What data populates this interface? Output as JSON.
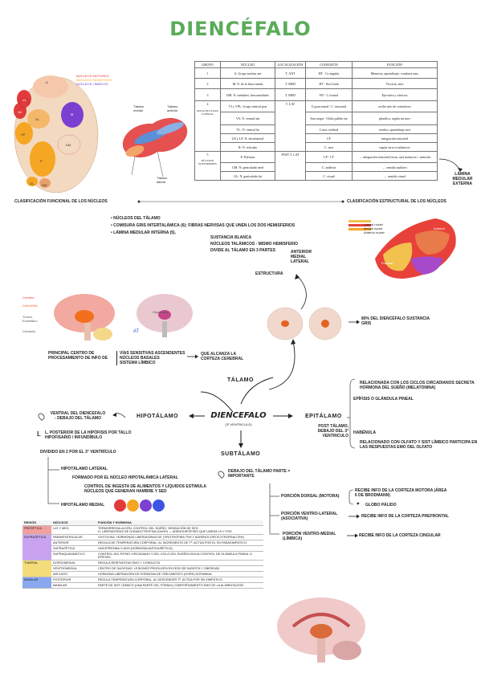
{
  "title": "DIENCÉFALO",
  "top_left_legend": {
    "lines": [
      "NÚCLEOS MOTORES",
      "NÚCLEOS SENSITIVOS",
      "NÚCLEOS LÍMBICOS"
    ],
    "colors": [
      "#e23b3b",
      "#f5a623",
      "#7b3fd1"
    ]
  },
  "left_diagram_labels": [
    "A",
    "VL",
    "M",
    "VA",
    "DL",
    "VP",
    "DM",
    "P",
    "GL",
    "GM"
  ],
  "mid_diagram_labels": [
    "Tálamo medial",
    "Tálamo anterior",
    "Tálamo lateral"
  ],
  "table": {
    "headers": [
      "GRUPO",
      "NÚCLEO",
      "LOCALIZACIÓN",
      "CONEXIÓN",
      "FUNCIÓN"
    ],
    "rows": [
      [
        "1",
        "A: Grupo nuclear ant",
        "T. ANT",
        "HT - G.cingular",
        "Memoria, aprendizaje, conducta emo"
      ],
      [
        "2",
        "M: N. de la línea media",
        "T. MED",
        "HT - Sist Límb",
        "Visceral, emo"
      ],
      [
        "3",
        "DM: N. mediales/ dorsomediales",
        "T. MED",
        "HT - C.frontal",
        "Ejecutiva y afectiva"
      ],
      [
        "4",
        "VI y VPL: Grupo ventral post",
        "T. LAT",
        "G.postcentral / C. sensorial",
        "recibe info de vsensitivas"
      ],
      [
        "",
        "VA: N. ventral ant",
        "",
        "Sust negra - Globo pálido int",
        "planifica, regula mt mov"
      ],
      [
        "",
        "VL: N. ventral lat",
        "",
        "C.mot cerebral",
        "cerebro, aprendizaje mot"
      ],
      [
        "",
        "LD y LP: N. dorsolateral",
        "",
        "CF",
        "integración sensorial"
      ],
      [
        "",
        "R: N. reticular",
        "",
        "C. mot",
        "regula otros n talámicos"
      ],
      [
        "5",
        "P: Pulvinar",
        "POST T. LAT",
        "CP - CT",
        "← integración sensorial (vista, ojo) memoria + atención"
      ],
      [
        "",
        "GM: N. geniculado med",
        "",
        "C. auditiva",
        "← sentido auditivo"
      ],
      [
        "",
        "GL: N. geniculado lat",
        "",
        "C. visual",
        "← sentido visual"
      ]
    ],
    "group_labels": [
      "MASA NUCLEAR LATERAL",
      "NÚCLEOS POSTERIORES"
    ]
  },
  "lamina": "LÁMINA MEDULAR EXTERNA",
  "left_caption": "CLASIFICACIÓN FUNCIONAL DE LOS NÚCLEOS",
  "right_caption": "CLASIFICACIÓN ESTRUCTURAL DE LOS NÚCLEOS",
  "structure_bullets": [
    "NÚCLEOS DEL TÁLAMO",
    "COMISURA GRIS INTERTALÁMICA (6): FIBRAS NERVISAS QUE UNEN LOS DOS HEMISFERIOS",
    "LÁMINA MEDULAR INTERNA (5)."
  ],
  "structure_sub": [
    "SUSTANCIA BLANCA",
    "NÚCLEOS TALÁMICOS - MISMO HEMISFERIO",
    "DIVIDE AL TÁLAMO EN 3 PARTES",
    "ANTERIOR",
    "MEDIAL",
    "LATERAL"
  ],
  "structura_label": "ESTRUCTURA",
  "right_diagram_labels": [
    "Lateral nuclei",
    "Medial nuclei",
    "Anterior nuclei",
    "Anterior",
    "Pulvinar"
  ],
  "gray_matter": "80% DEL DIENCÉFALO SUSTANCIA GRIS",
  "principal": "PRINCIPAL CENTRO DE PROCESAMIENTO DE INFO DE",
  "principal_vias": [
    "VÍAS SENSITIVAS ASCENDENTES",
    "NÚCLEOS BASALES",
    "SISTEMA LÍMBICO"
  ],
  "principal_result": "QUE ALCANZA LA CORTEZA CEREBRAL",
  "brain_labels": [
    "Cerebro",
    "Diencéfalo",
    "Tronco Encefálico",
    "Cerebelo",
    "AT",
    "Hipotálamo"
  ],
  "center": {
    "word": "DIENCEFALO",
    "sub": "(3º VENTRICULO)"
  },
  "branches": {
    "talamo": "TÁLAMO",
    "hipotalamo": "HIPOTÁLAMO",
    "epitalamo": "EPITÁLAMO",
    "subtalamo": "SUBTÁLAMO"
  },
  "epitalamo": {
    "position": "POST TÁLAMO, DEBAJO DEL 3° VENTRICULO",
    "items": [
      "RELACIONADA CON LOS CICLOS CIRCADIANOS SECRETA HORMONA DEL SUEÑO (MELATONINA)",
      "EPÍFISIS O GLÁNDULA PINEAL",
      "HABÉNULA",
      "RELACIONADO CON OLFATO Y SIST LÍMBICO PARTICIPA EN LAS RESPUESTAS EMO DEL OLFATO"
    ]
  },
  "hipotalamo": {
    "location": "VENTRAL DEL DIENCEFALO - DEBAJO DEL TÁLAMO",
    "posterior": "L. POSTERIOR DE LA HIPÓFISIS POR TALLO HIPOFISARIO / INFUNDÍBULO",
    "divided": "DIVIDIDO EN 2 POR EL 3° VENTRÍCULO",
    "lateral": "HIPOTÁLAMO LATERAL",
    "lateral_formed": "FORMADO POR EL NÚCLEO HIPOTALÁMICA LATERAL",
    "lateral_function": "CONTROL DE INGESTA DE ALIMENTOS Y LÍQUIDOS ESTIMULA NÚCLEOS QUE GENERAN HAMBRE Y SED",
    "medial": "HIPOTÁLAMO MEDIAL",
    "dots": [
      "#e23b3b",
      "#f5a623",
      "#7b3fd1",
      "#3b55e2"
    ]
  },
  "subtalamo": {
    "location": "DEBAJO DEL TÁLAMO PARTE = IMPORTANTE",
    "portions": [
      {
        "name": "PORCIÓN DORSAL (MOTORA)",
        "desc": "RECIBE INFO DE LA CORTEZA MOTORA (ÁREA 6 DE BRODMANN)",
        "extra": "GLOBO PÁLIDO"
      },
      {
        "name": "PORCIÓN VENTRO-LATERAL (ASOCIATIVA)",
        "desc": "RECIBE INFO DE LA CORTEZA PREFRONTAL",
        "extra": ""
      },
      {
        "name": "PORCIÓN VENTRO-MEDIAL (LÍMBICA)",
        "desc": "RECIBE INFO DE LA CORTEZA CINGULAR",
        "extra": ""
      }
    ]
  },
  "hypo_table": {
    "headers": [
      "REGIÓN",
      "NÚCLEOS",
      "FUNCIÓN Y HORMONA"
    ],
    "rows": [
      {
        "region": "PREÓPTICA",
        "color": "#f0a0a0",
        "nucleos": [
          "LAT Y MED"
        ],
        "funcion": [
          "TERMORREGULACIÓN, CONTROL DEL SUEÑO, SENSACIÓN DE SED",
          "H. LIBERADORAS DE GONADOTROPINA (GnRH) → ADENOHIPÓFISIS QUE LIBERA LH Y FSH"
        ]
      },
      {
        "region": "SUPRAÓPTICA",
        "color": "#c9a3f0",
        "nucleos": [
          "PARAVENTRICULAR",
          "ANTERIOR",
          "SUPRAÓPTICA",
          "SUPRAQUIASMÁTICO"
        ],
        "funcion": [
          "OXITOCINA, HORMONAS LIBERADORAS DE (TIROTROPINA TRH Y ADRENOCORTICOTROPINA CRH)",
          "REGULA DE TEMPERATURA CORPORAL, AL INCREMENTO DE Tº, ACTÚA POR EL SN PARASIMPÁTICO",
          "VASOPRESINA O ADH (HORMONA ANTIDIURÉTICA)",
          "CONTROL DEL RITMO CIRCADIANO Y DEL CICLO DEL SUEÑO/VIGILIA CONTROL DE GLÁNDULA PINEAL O EPÍFISIS"
        ]
      },
      {
        "region": "TUBERAL",
        "color": "#f5dc7a",
        "nucleos": [
          "DORSOMEDIAL",
          "VENTROMEDIAL",
          "ARCUATO"
        ],
        "funcion": [
          "REGULA RESPUESTAS EMO Y CONDUCTA",
          "CENTRO DE SACIEDAD. LESIONES PRODUCEN EXCESO DE INGESTA Y OBESIDAD",
          "HORMONA LIBERADORA DE HORMONA DE CRECIMIENTO (GHRH) DOPAMINA"
        ]
      },
      {
        "region": "MAMILAR",
        "color": "#8aa8f0",
        "nucleos": [
          "POSTERIOR",
          "MAMILAR"
        ],
        "funcion": [
          "REGULA TEMPERATURA CORPORAL. AL DESCENDER Tº, ACTÚA POR SN SIMPÁTICO",
          "PARTE DE SIST LÍMBICO (UNA PARTE DEL FÓRNIX) COMPORTAMIENTO EMO DE LA ALIMENTACIÓN"
        ]
      }
    ]
  }
}
